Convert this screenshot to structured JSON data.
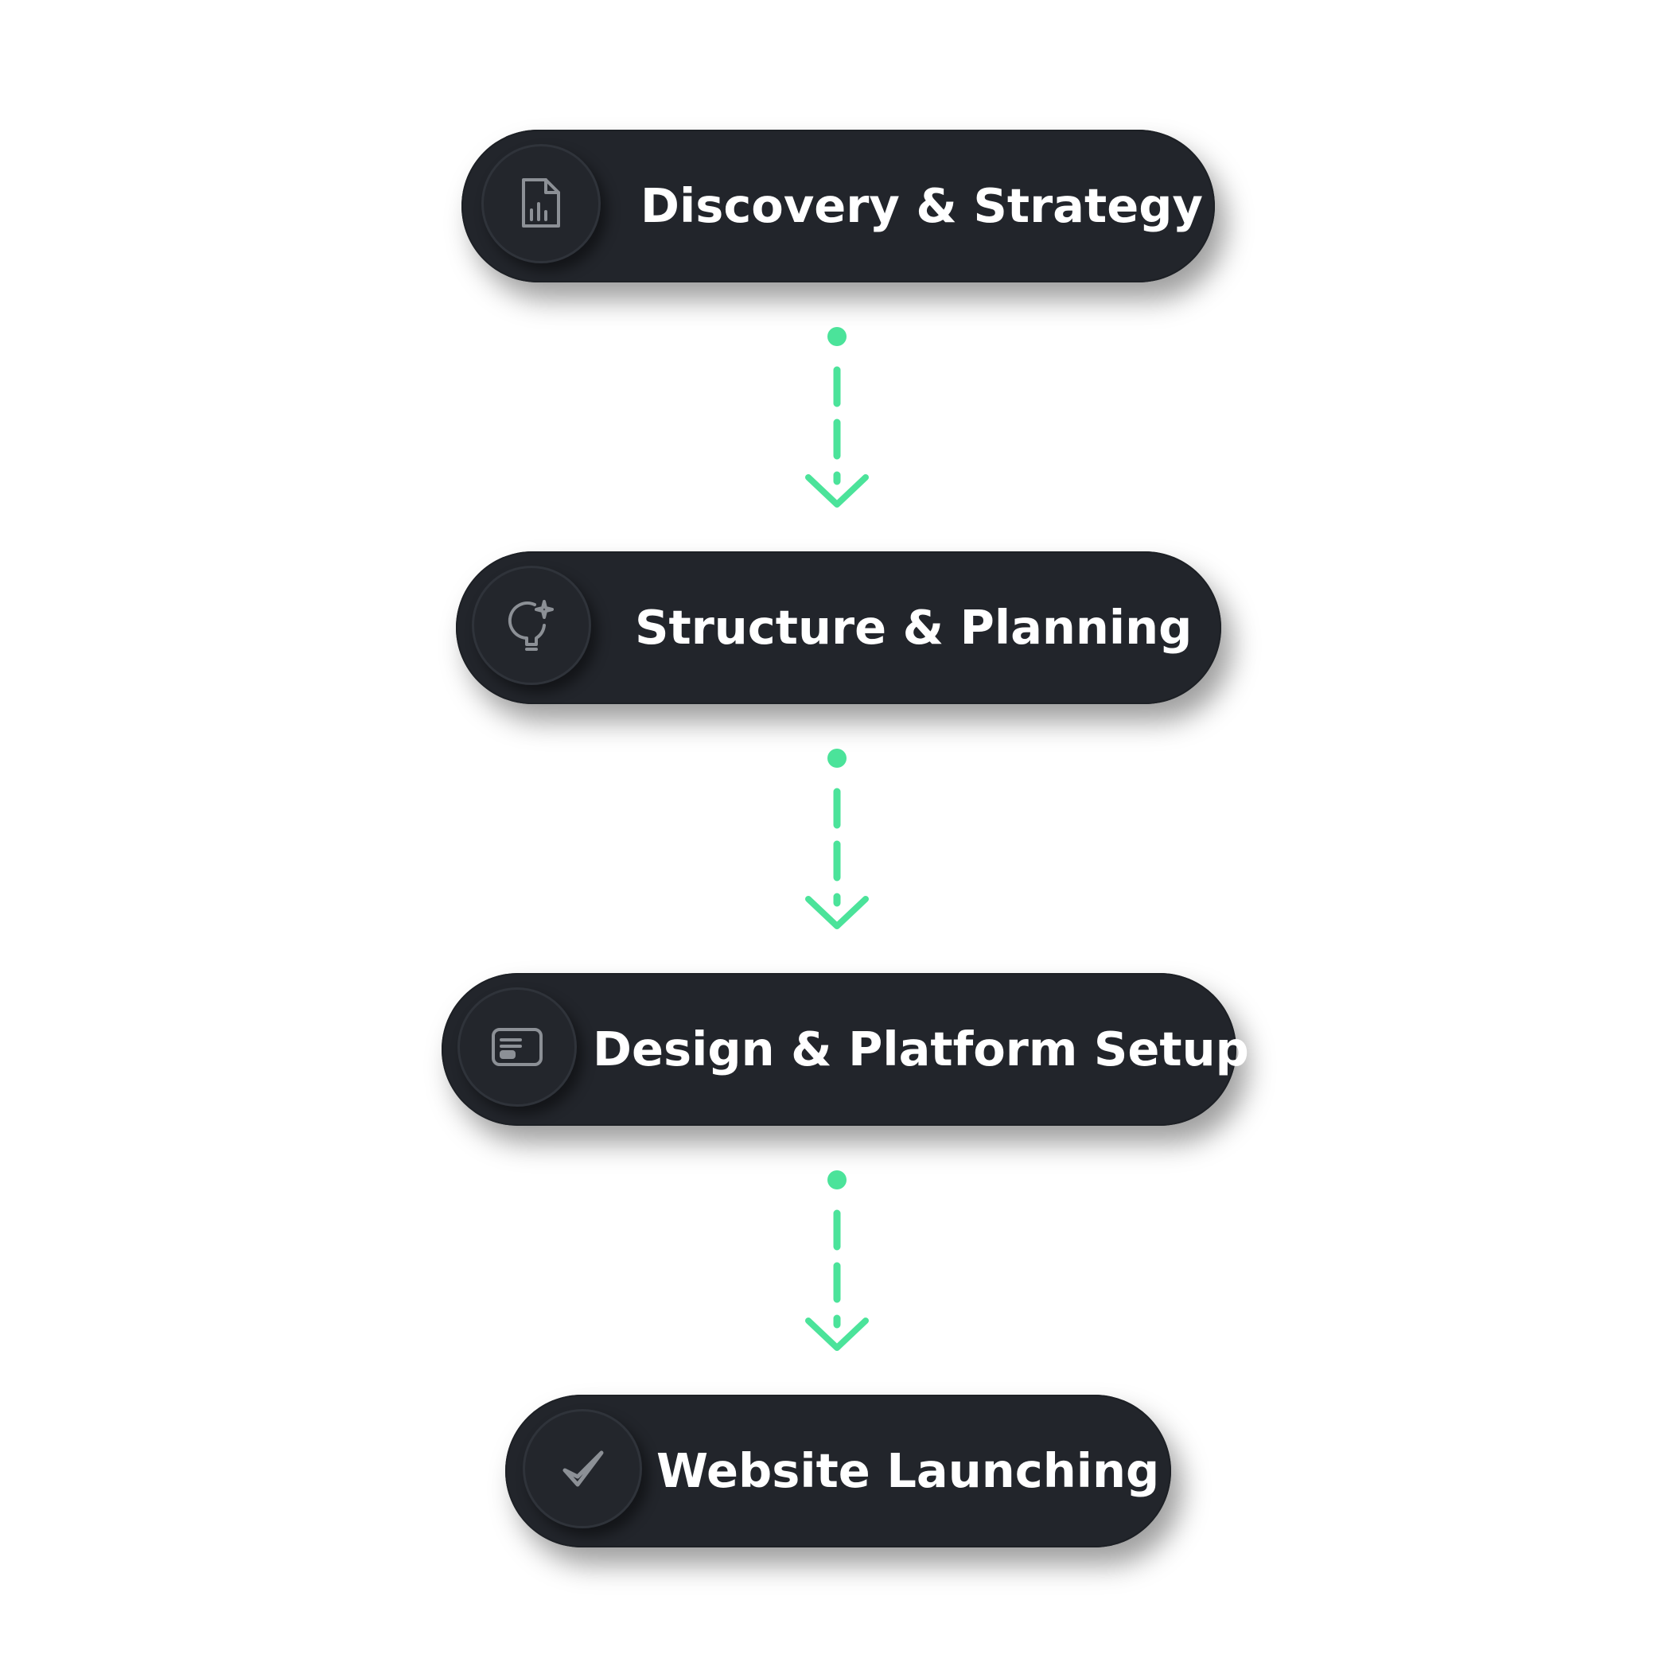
{
  "accent_color": "#4be39a",
  "pill_color": "#22252b",
  "steps": [
    {
      "label": "Discovery & Strategy",
      "icon": "report-document-icon"
    },
    {
      "label": "Structure & Planning",
      "icon": "lightbulb-sparkle-icon"
    },
    {
      "label": "Design & Platform Setup",
      "icon": "browser-card-icon"
    },
    {
      "label": "Website Launching",
      "icon": "checkmark-icon"
    }
  ]
}
